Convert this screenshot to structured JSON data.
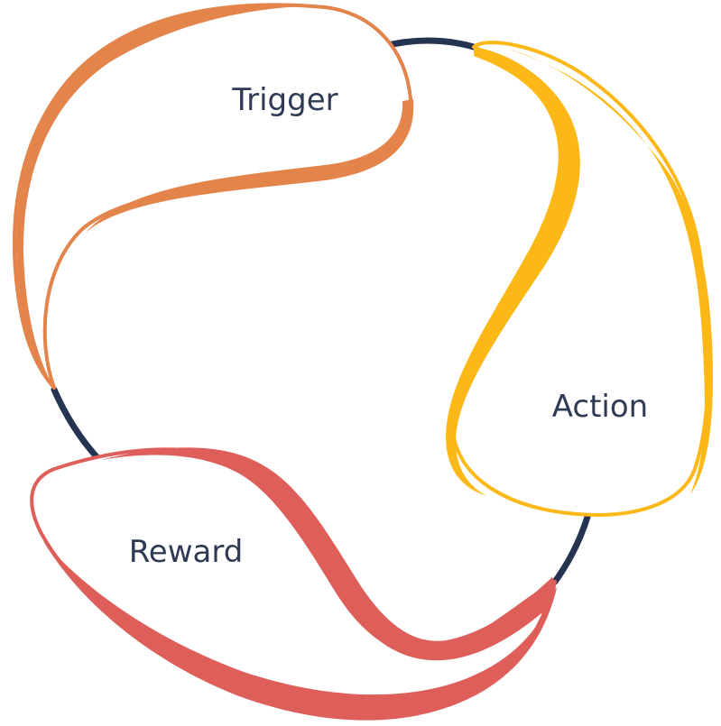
{
  "diagram": {
    "labels": {
      "trigger": "Trigger",
      "action": "Action",
      "reward": "Reward"
    }
  },
  "colors": {
    "ring": "#253551",
    "trigger": "#E3844B",
    "action": "#FBB817",
    "reward": "#DE5E5A",
    "text": "#2F3B55"
  }
}
